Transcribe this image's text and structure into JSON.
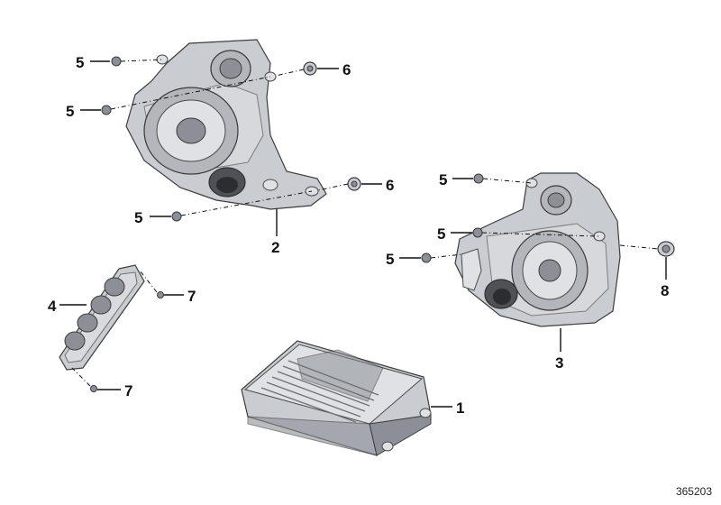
{
  "callouts": {
    "part_1": "1",
    "part_2": "2",
    "part_3": "3",
    "part_4": "4",
    "part_5": "5",
    "part_6": "6",
    "part_7": "7",
    "part_8": "8"
  },
  "reference_number": "365203"
}
